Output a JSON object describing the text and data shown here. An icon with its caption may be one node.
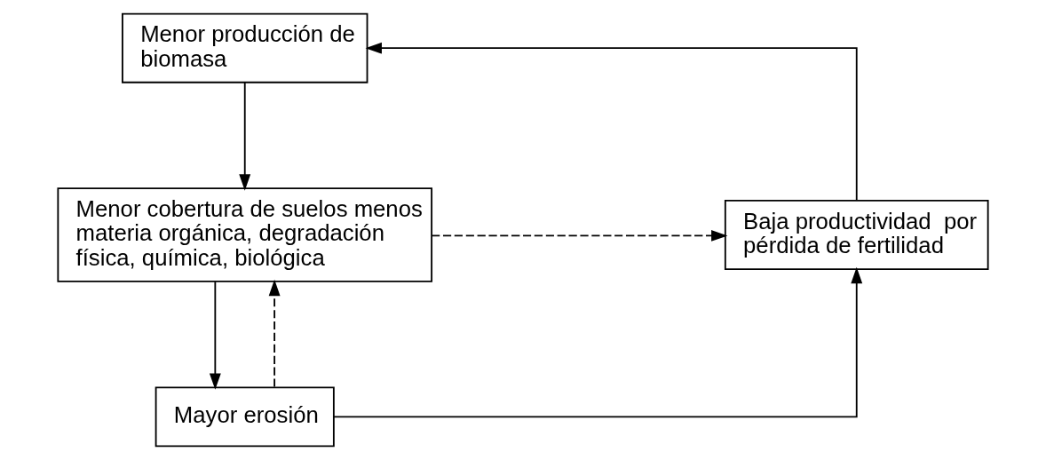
{
  "diagram": {
    "nodes": [
      {
        "text": [
          "Menor producción de biomasa"
        ]
      },
      {
        "text": [
          "Menor cobertura de suelos menos materia orgánica, degradación física, química, biológica"
        ]
      },
      {
        "text": [
          "Mayor erosión"
        ]
      },
      {
        "text": [
          "Baja productividad  por pérdida de fertilidad"
        ]
      }
    ],
    "edges": [
      {
        "from": 3,
        "to": 0,
        "arrow": "to"
      },
      {
        "from": 0,
        "to": 1,
        "arrow": "to"
      },
      {
        "from": 1,
        "to": 2,
        "arrow": "to"
      },
      {
        "from": 2,
        "to": 3,
        "arrow": "to"
      },
      {
        "from": 1,
        "to": 3,
        "arrow": "to",
        "style": "dashed"
      },
      {
        "from": 2,
        "to": 1,
        "arrow": "to",
        "style": "dashed"
      }
    ]
  }
}
